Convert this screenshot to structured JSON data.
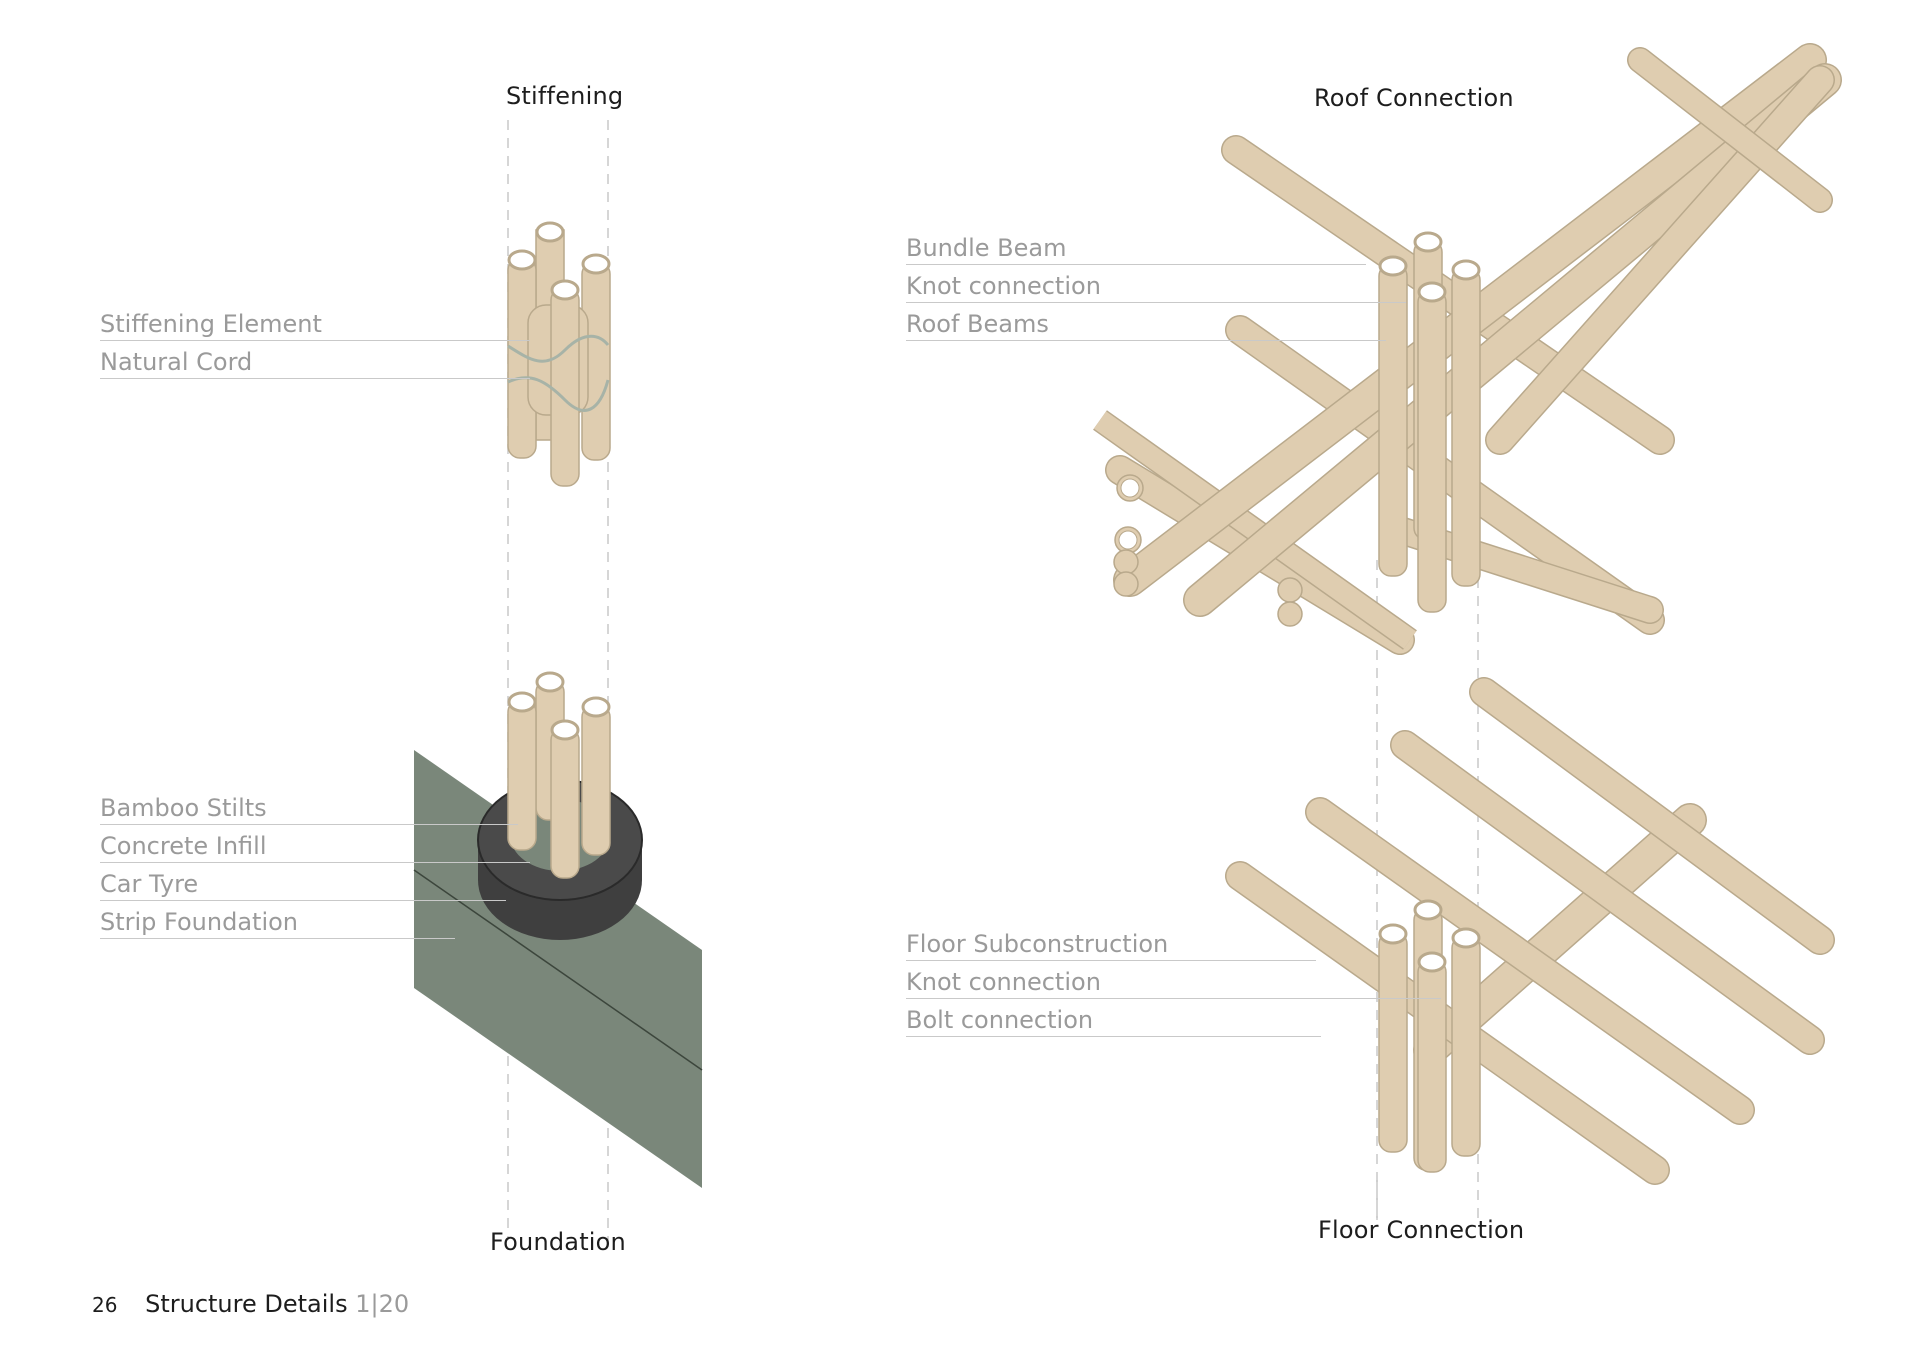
{
  "page": {
    "number": "26",
    "section": "Structure Details",
    "scale": "1|20"
  },
  "colors": {
    "bamboo": "#dfcdb0",
    "bamboo_outline": "#b9a98c",
    "foundation": "#7a877a",
    "tyre": "#3f3f3f",
    "label_text": "#9a9a9a",
    "title_text": "#1d1d1d"
  },
  "details": {
    "stiffening": {
      "title": "Stiffening",
      "labels": [
        "Stiffening Element",
        "Natural Cord"
      ]
    },
    "foundation": {
      "title": "Foundation",
      "labels": [
        "Bamboo Stilts",
        "Concrete Infill",
        "Car Tyre",
        "Strip Foundation"
      ]
    },
    "roof": {
      "title": "Roof Connection",
      "labels": [
        "Bundle Beam",
        "Knot connection",
        "Roof Beams"
      ]
    },
    "floor": {
      "title": "Floor Connection",
      "labels": [
        "Floor Subconstruction",
        "Knot connection",
        "Bolt connection"
      ]
    }
  }
}
